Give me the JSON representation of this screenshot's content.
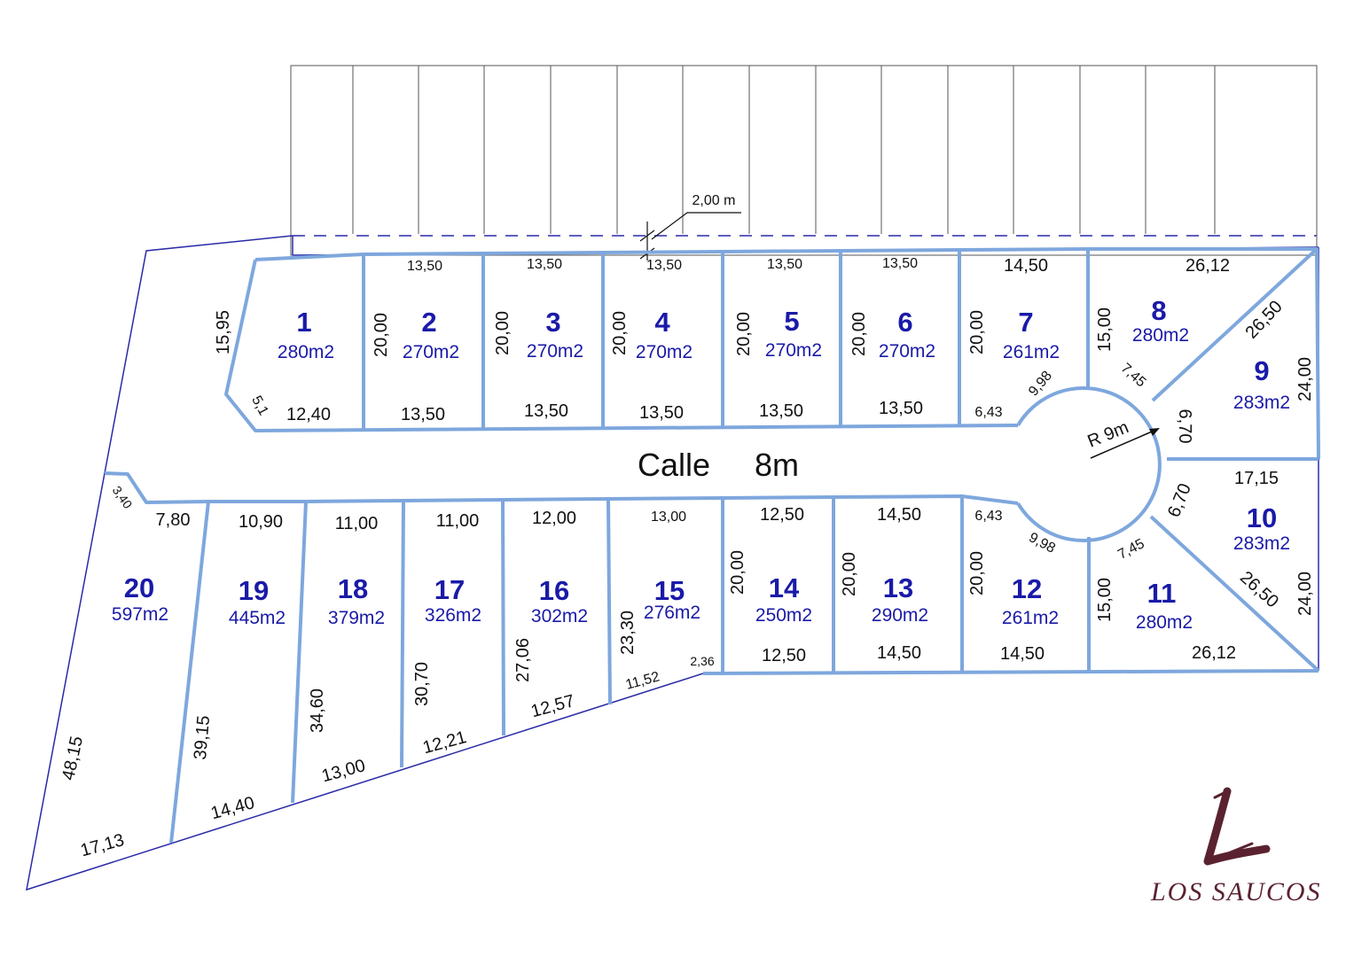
{
  "street": {
    "label": "Calle",
    "width": "8m"
  },
  "setback": "2,00 m",
  "radius": "R 9m",
  "logo": {
    "text": "LOS SAUCOS",
    "color": "#5a2230"
  },
  "colors": {
    "lot_line": "#7ea7dd",
    "boundary": "#2a2aa8",
    "lot_text": "#1a1aa8"
  },
  "lots": [
    {
      "num": "1",
      "area": "280m2"
    },
    {
      "num": "2",
      "area": "270m2"
    },
    {
      "num": "3",
      "area": "270m2"
    },
    {
      "num": "4",
      "area": "270m2"
    },
    {
      "num": "5",
      "area": "270m2"
    },
    {
      "num": "6",
      "area": "270m2"
    },
    {
      "num": "7",
      "area": "261m2"
    },
    {
      "num": "8",
      "area": "280m2"
    },
    {
      "num": "9",
      "area": "283m2"
    },
    {
      "num": "10",
      "area": "283m2"
    },
    {
      "num": "11",
      "area": "280m2"
    },
    {
      "num": "12",
      "area": "261m2"
    },
    {
      "num": "13",
      "area": "290m2"
    },
    {
      "num": "14",
      "area": "250m2"
    },
    {
      "num": "15",
      "area": "276m2"
    },
    {
      "num": "16",
      "area": "302m2"
    },
    {
      "num": "17",
      "area": "326m2"
    },
    {
      "num": "18",
      "area": "379m2"
    },
    {
      "num": "19",
      "area": "445m2"
    },
    {
      "num": "20",
      "area": "597m2"
    }
  ],
  "dims": {
    "t1": "13,50",
    "t2": "13,50",
    "t3": "13,50",
    "t4": "13,50",
    "t5": "13,50",
    "t6": "14,50",
    "t7": "26,12",
    "b1": "12,40",
    "b2": "13,50",
    "b3": "13,50",
    "b4": "13,50",
    "b5": "13,50",
    "b6": "13,50",
    "b7": "6,43",
    "d1595": "15,95",
    "d51": "5,1",
    "v1": "20,00",
    "v2": "20,00",
    "v3": "20,00",
    "v4": "20,00",
    "v5": "20,00",
    "v6": "20,00",
    "v8": "15,00",
    "d998a": "9,98",
    "d745a": "7,45",
    "d2650a": "26,50",
    "d2400a": "24,00",
    "d670a": "6,70",
    "d1715": "17,15",
    "d670b": "6,70",
    "d745b": "7,45",
    "d2650b": "26,50",
    "d2400b": "24,00",
    "d2612b": "26,12",
    "d643b": "6,43",
    "d998b": "9,98",
    "v12": "20,00",
    "v11": "15,00",
    "b12": "14,50",
    "t14": "12,50",
    "t13": "14,50",
    "v14": "20,00",
    "v13": "20,00",
    "b14": "12,50",
    "b13": "14,50",
    "d340": "3,40",
    "t20": "7,80",
    "t19": "10,90",
    "t18": "11,00",
    "t17": "11,00",
    "t16": "12,00",
    "t15": "13,00",
    "d2330": "23,30",
    "d236": "2,36",
    "d1152": "11,52",
    "d2706": "27,06",
    "d1257": "12,57",
    "d3070": "30,70",
    "d1221": "12,21",
    "d3460": "34,60",
    "d1300": "13,00",
    "d3915": "39,15",
    "d1440": "14,40",
    "d4815": "48,15",
    "d1713": "17,13"
  }
}
